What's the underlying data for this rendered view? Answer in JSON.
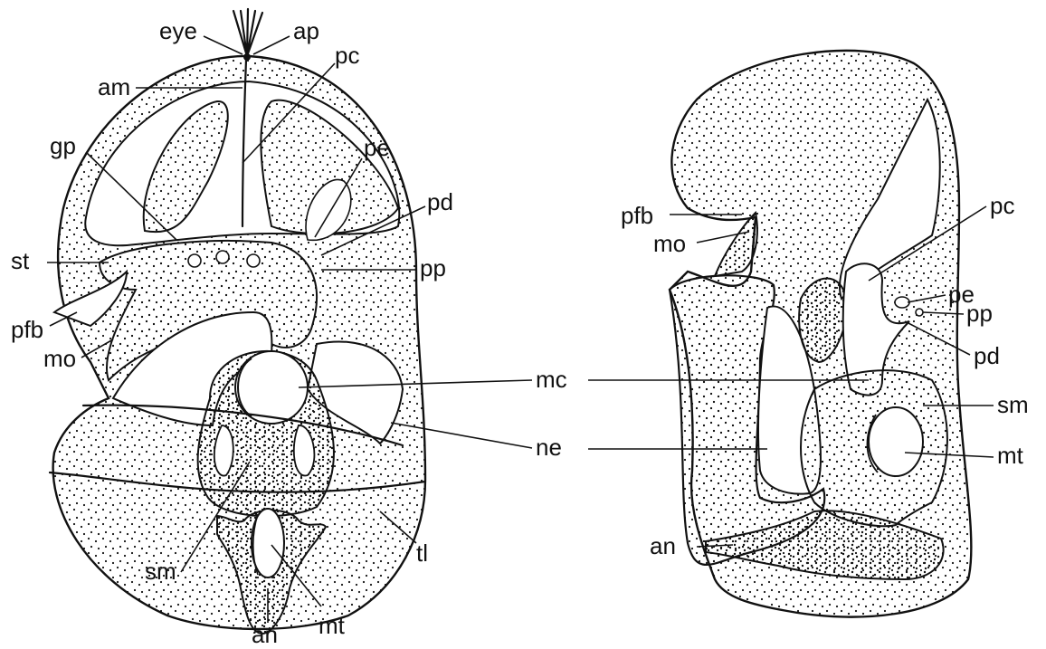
{
  "labels": {
    "eye": "eye",
    "ap": "ap",
    "am": "am",
    "pc_left": "pc",
    "gp": "gp",
    "pe_left": "pe",
    "pd_left": "pd",
    "st": "st",
    "pp_left": "pp",
    "pfb_left": "pfb",
    "mo_left": "mo",
    "mc": "mc",
    "ne": "ne",
    "sm_left": "sm",
    "tl": "tl",
    "an_left": "an",
    "mt_left": "mt",
    "pfb_right": "pfb",
    "mo_right": "mo",
    "pc_right": "pc",
    "pe_right": "pe",
    "pp_right": "pp",
    "pd_right": "pd",
    "sm_right": "sm",
    "mt_right": "mt",
    "an_right": "an"
  },
  "colors": {
    "ink": "#111111",
    "paper": "#ffffff"
  }
}
